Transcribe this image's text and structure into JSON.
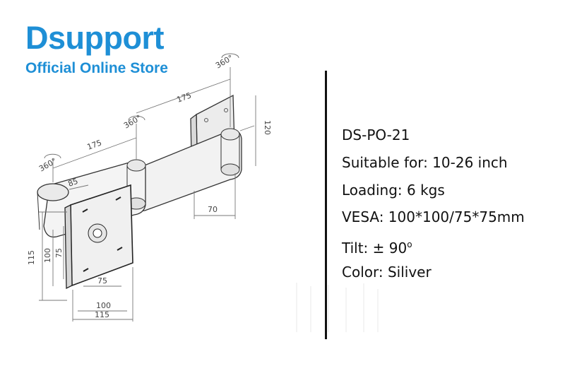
{
  "brand": {
    "name": "Dsupport",
    "subtitle": "Official Online Store",
    "color": "#1e8fd6"
  },
  "drawing": {
    "rotation_labels": [
      "360°",
      "360°",
      "360°"
    ],
    "arm_lengths": [
      "175",
      "175"
    ],
    "dimensions": [
      "85",
      "120",
      "70",
      "115",
      "100",
      "75",
      "75",
      "100",
      "115"
    ]
  },
  "specs": {
    "model": "DS-PO-21",
    "suitable": "Suitable for: 10-26 inch",
    "loading": "Loading: 6 kgs",
    "vesa": "VESA: 100*100/75*75mm",
    "tilt": "Tilt: ± 90",
    "tilt_degree_symbol": "o",
    "color": "Color: Siliver"
  }
}
